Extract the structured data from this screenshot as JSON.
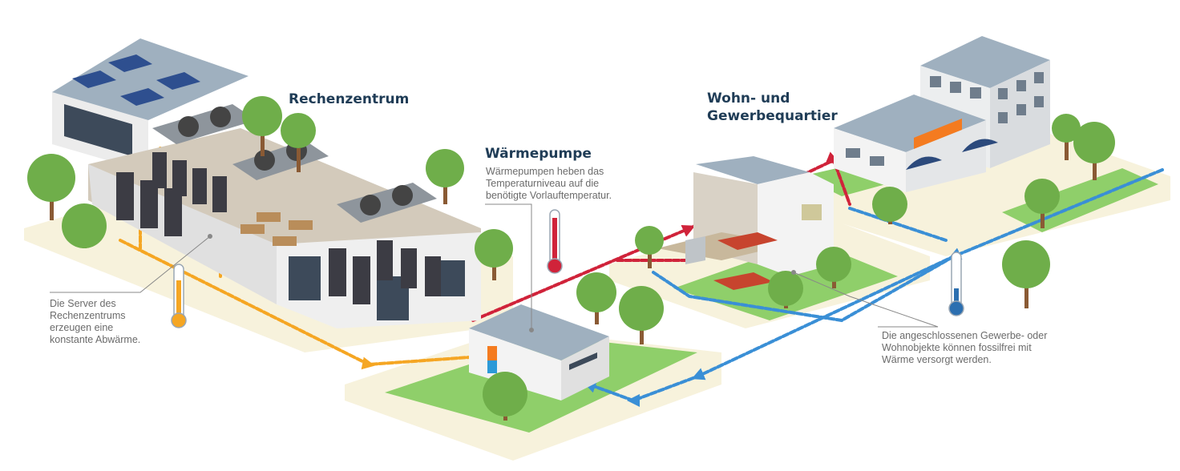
{
  "labels": {
    "datacenter": {
      "title": "Rechenzentrum",
      "note": [
        "Die Server des",
        "Rechenzentrums",
        "erzeugen eine",
        "konstante Abwärme."
      ]
    },
    "heatpump": {
      "title": "Wärmepumpe",
      "note": [
        "Wärmepumpen heben das",
        "Temperaturniveau auf die",
        "benötigte Vorlauftemperatur."
      ]
    },
    "district": {
      "title": [
        "Wohn- und",
        "Gewerbequartier"
      ],
      "note": [
        "Die angeschlossenen Gewerbe- oder",
        "Wohnobjekte können fossilfrei mit",
        "Wärme versorgt werden."
      ]
    }
  },
  "colors": {
    "waste_heat_pipe": "#f5a623",
    "hot_supply_pipe": "#d0233a",
    "cold_return_pipe": "#3a8fd6",
    "heading_text": "#1f3c56",
    "note_text": "#6b6b6b",
    "lawn": "#8fcf6a",
    "ground": "#f7f2dc",
    "tree": "#6fae4a"
  },
  "icons": [
    "thermometer-icon-warm",
    "thermometer-icon-hot",
    "thermometer-icon-cold",
    "tree-icon",
    "solar-panel-icon",
    "cooling-fan-icon",
    "server-rack-icon"
  ]
}
